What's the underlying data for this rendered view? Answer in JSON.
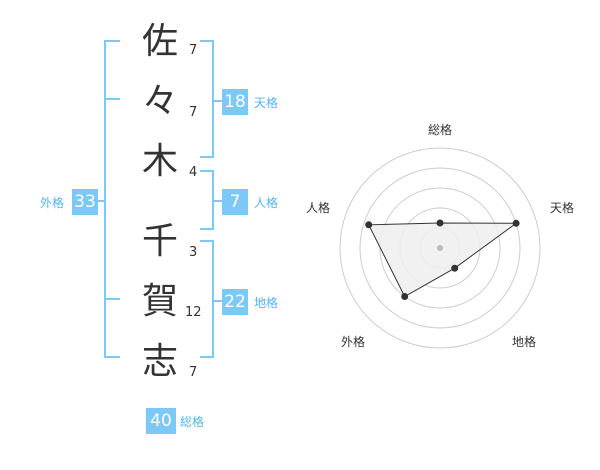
{
  "characters": [
    {
      "char": "佐",
      "strokes": "7"
    },
    {
      "char": "々",
      "strokes": "7"
    },
    {
      "char": "木",
      "strokes": "4"
    },
    {
      "char": "千",
      "strokes": "3"
    },
    {
      "char": "賀",
      "strokes": "12"
    },
    {
      "char": "志",
      "strokes": "7"
    }
  ],
  "fortunes": {
    "tenkaku": {
      "label": "天格",
      "value": "18"
    },
    "jinkaku": {
      "label": "人格",
      "value": "7"
    },
    "chikaku": {
      "label": "地格",
      "value": "22"
    },
    "gaikaku": {
      "label": "外格",
      "value": "33"
    },
    "soukaku": {
      "label": "総格",
      "value": "40"
    }
  },
  "radar": {
    "labels": {
      "top": "総格",
      "right": "天格",
      "bottom_right": "地格",
      "bottom_left": "外格",
      "left": "人格"
    },
    "rings": 5,
    "levels": {
      "総格": 0.25,
      "天格": 0.8,
      "地格": 0.25,
      "外格": 0.6,
      "人格": 0.75
    },
    "colors": {
      "ring": "#cccccc",
      "fill": "#eeeeee",
      "stroke": "#333333",
      "point": "#333333",
      "center": "#bbbbbb"
    }
  },
  "colors": {
    "accent": "#7cc8f6",
    "label": "#55b4ee",
    "text": "#333333"
  }
}
